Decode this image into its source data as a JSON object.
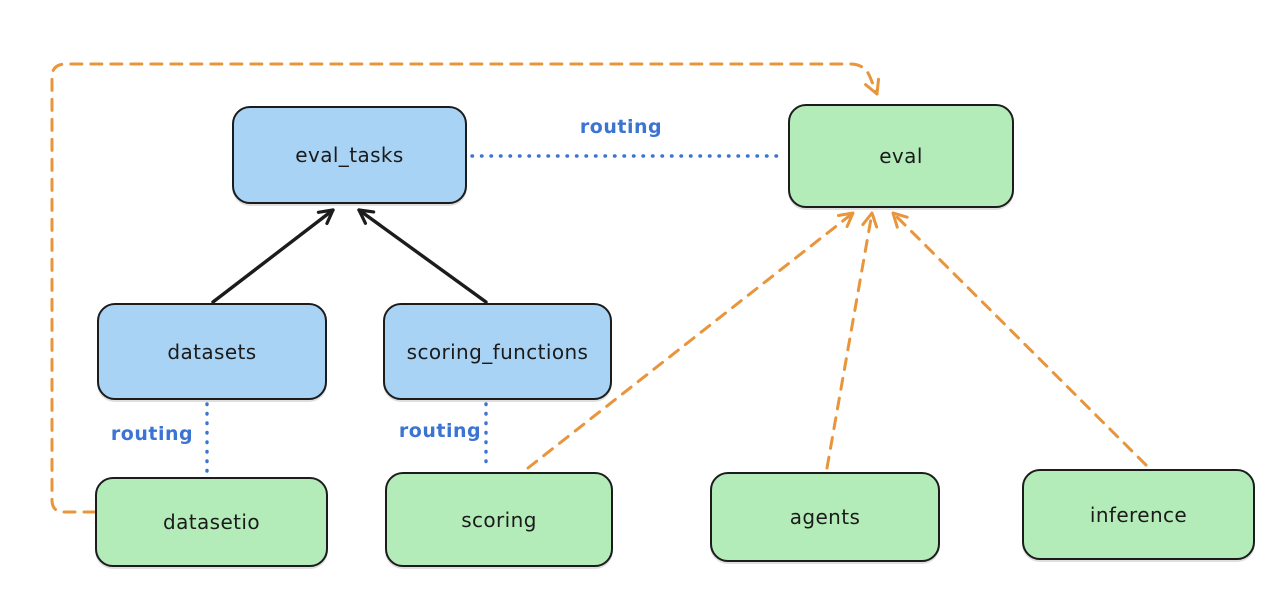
{
  "diagram": {
    "title": "",
    "nodes": {
      "eval_tasks": {
        "label": "eval_tasks",
        "kind": "resource",
        "fill": "#a8d3f5"
      },
      "eval": {
        "label": "eval",
        "kind": "api",
        "fill": "#b4ecb9"
      },
      "datasets": {
        "label": "datasets",
        "kind": "resource",
        "fill": "#a8d3f5"
      },
      "scoring_functions": {
        "label": "scoring_functions",
        "kind": "resource",
        "fill": "#a8d3f5"
      },
      "datasetio": {
        "label": "datasetio",
        "kind": "api",
        "fill": "#b4ecb9"
      },
      "scoring": {
        "label": "scoring",
        "kind": "api",
        "fill": "#b4ecb9"
      },
      "agents": {
        "label": "agents",
        "kind": "api",
        "fill": "#b4ecb9"
      },
      "inference": {
        "label": "inference",
        "kind": "api",
        "fill": "#b4ecb9"
      }
    },
    "edges": [
      {
        "from": "datasets",
        "to": "eval_tasks",
        "style": "solid",
        "arrow": true,
        "color": "#1c1c1c",
        "label": ""
      },
      {
        "from": "scoring_functions",
        "to": "eval_tasks",
        "style": "solid",
        "arrow": true,
        "color": "#1c1c1c",
        "label": ""
      },
      {
        "from": "eval_tasks",
        "to": "eval",
        "style": "dotted",
        "arrow": false,
        "color": "#3b74d1",
        "label": "routing"
      },
      {
        "from": "datasets",
        "to": "datasetio",
        "style": "dotted",
        "arrow": false,
        "color": "#3b74d1",
        "label": "routing"
      },
      {
        "from": "scoring_functions",
        "to": "scoring",
        "style": "dotted",
        "arrow": false,
        "color": "#3b74d1",
        "label": "routing"
      },
      {
        "from": "datasetio",
        "to": "eval",
        "style": "dashed",
        "arrow": true,
        "color": "#e8953c",
        "label": ""
      },
      {
        "from": "scoring",
        "to": "eval",
        "style": "dashed",
        "arrow": true,
        "color": "#e8953c",
        "label": ""
      },
      {
        "from": "agents",
        "to": "eval",
        "style": "dashed",
        "arrow": true,
        "color": "#e8953c",
        "label": ""
      },
      {
        "from": "inference",
        "to": "eval",
        "style": "dashed",
        "arrow": true,
        "color": "#e8953c",
        "label": ""
      }
    ],
    "colors": {
      "background": "#ffffff",
      "blue_fill": "#a8d3f5",
      "green_fill": "#b4ecb9",
      "node_stroke": "#1c1c1c",
      "routing_blue": "#3b74d1",
      "dashed_orange": "#e8953c"
    }
  }
}
